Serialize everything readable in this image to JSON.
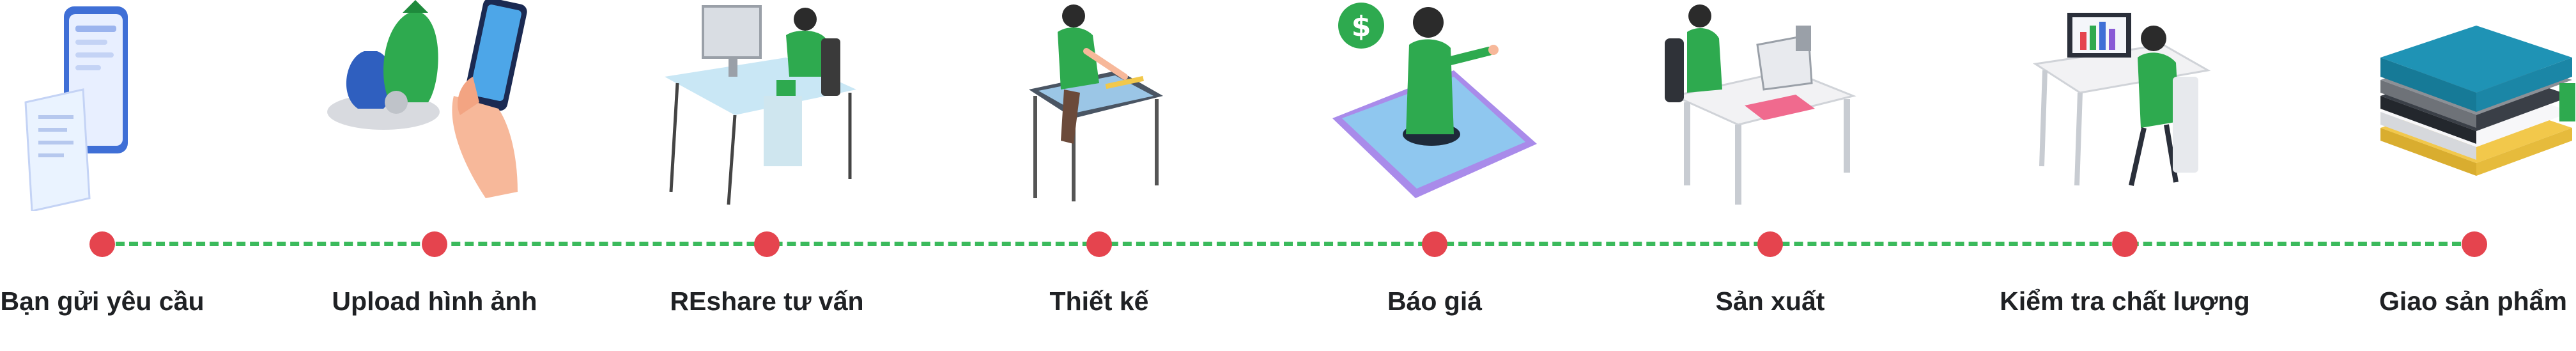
{
  "colors": {
    "line": "#3bba5c",
    "dot": "#e5444e",
    "label": "#1f2124",
    "accent_green": "#2eaa4f",
    "accent_blue": "#3f6fd6",
    "skin": "#f7b89a"
  },
  "steps": [
    {
      "label": "Bạn gửi yêu cầu",
      "icon": "phone-request-icon"
    },
    {
      "label": "Upload hình ảnh",
      "icon": "upload-bags-phone-icon"
    },
    {
      "label": "REshare tư vấn",
      "icon": "consultant-desk-icon"
    },
    {
      "label": "Thiết kế",
      "icon": "designer-table-icon"
    },
    {
      "label": "Báo giá",
      "icon": "quote-dollar-icon"
    },
    {
      "label": "Sản xuất",
      "icon": "sewing-machine-icon"
    },
    {
      "label": "Kiểm tra chất lượng",
      "icon": "quality-check-icon"
    },
    {
      "label": "Giao sản phẩm",
      "icon": "stacked-bags-icon"
    }
  ]
}
